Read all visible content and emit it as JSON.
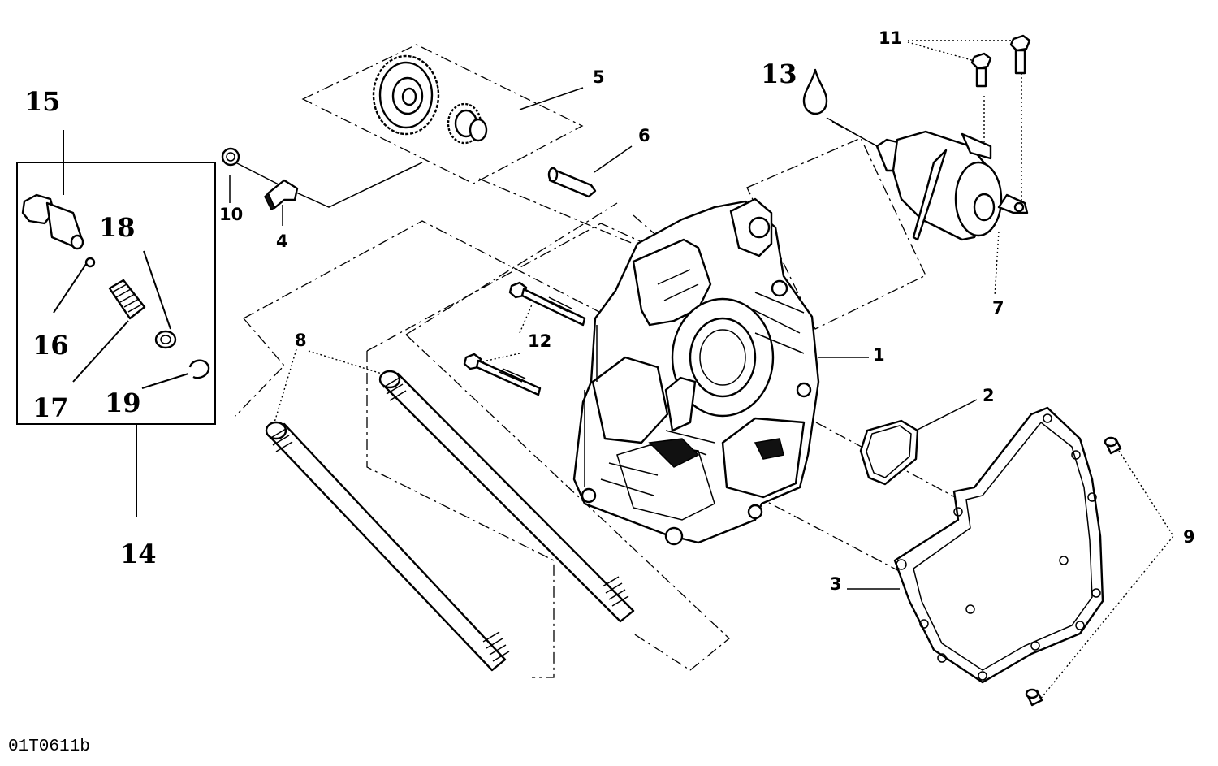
{
  "figure": {
    "code": "01T0611b",
    "callouts": {
      "c1": "1",
      "c2": "2",
      "c3": "3",
      "c4": "4",
      "c5": "5",
      "c6": "6",
      "c7": "7",
      "c8": "8",
      "c9": "9",
      "c10": "10",
      "c11": "11",
      "c12": "12",
      "c13": "13",
      "c14": "14",
      "c15": "15",
      "c16": "16",
      "c17": "17",
      "c18": "18",
      "c19": "19"
    }
  }
}
